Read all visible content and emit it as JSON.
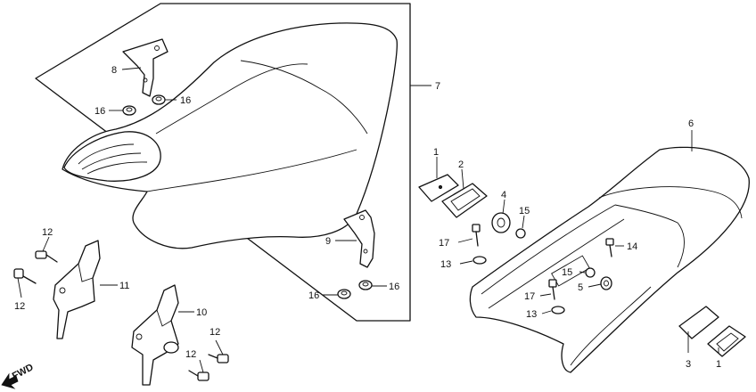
{
  "callouts": {
    "c1a": "1",
    "c1b": "1",
    "c2": "2",
    "c3": "3",
    "c4": "4",
    "c5": "5",
    "c6": "6",
    "c7": "7",
    "c8": "8",
    "c9": "9",
    "c10": "10",
    "c11": "11",
    "c12a": "12",
    "c12b": "12",
    "c12c": "12",
    "c12d": "12",
    "c13a": "13",
    "c13b": "13",
    "c14": "14",
    "c15a": "15",
    "c15b": "15",
    "c16a": "16",
    "c16b": "16",
    "c16c": "16",
    "c16d": "16",
    "c17a": "17",
    "c17b": "17"
  },
  "direction_label": "FWD"
}
